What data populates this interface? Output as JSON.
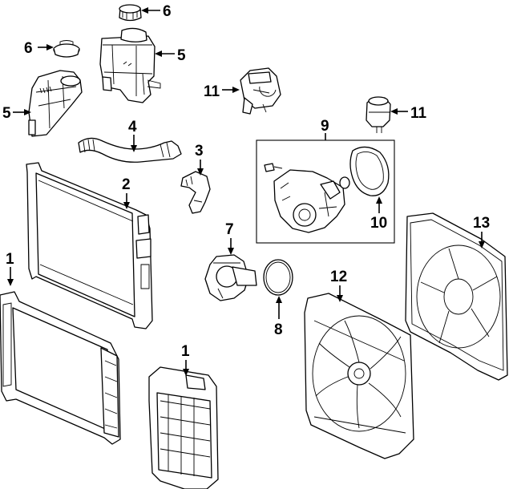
{
  "callouts": {
    "c1a": "1",
    "c1b": "1",
    "c2": "2",
    "c3": "3",
    "c4": "4",
    "c5a": "5",
    "c5b": "5",
    "c6a": "6",
    "c6b": "6",
    "c7": "7",
    "c8": "8",
    "c9": "9",
    "c10": "10",
    "c11a": "11",
    "c11b": "11",
    "c12": "12",
    "c13": "13"
  }
}
